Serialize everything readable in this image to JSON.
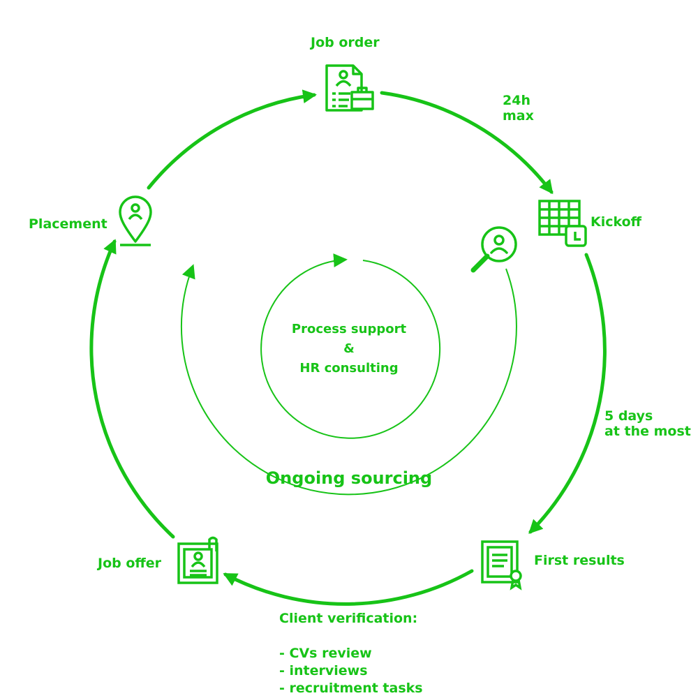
{
  "theme": {
    "accent": "#17c317"
  },
  "steps": {
    "job_order": {
      "label": "Job order",
      "icon": "resume-briefcase-icon"
    },
    "kickoff": {
      "label": "Kickoff",
      "icon": "calendar-clock-icon"
    },
    "first_results": {
      "label": "First results",
      "icon": "certificate-document-icon"
    },
    "job_offer": {
      "label": "Job offer",
      "icon": "contract-clipboard-icon"
    },
    "placement": {
      "label": "Placement",
      "icon": "location-person-pin-icon"
    }
  },
  "timings": {
    "first_line1": "24h",
    "first_line2": "max",
    "second_line1": "5 days",
    "second_line2": "at the most"
  },
  "client_verification": {
    "title": "Client verification:",
    "items": [
      "- CVs review",
      "- interviews",
      "- recruitment tasks"
    ]
  },
  "center": {
    "line1": "Process support",
    "line2": "&",
    "line3": "HR consulting"
  },
  "middle_loop": {
    "label": "Ongoing sourcing",
    "icon": "search-person-icon"
  }
}
